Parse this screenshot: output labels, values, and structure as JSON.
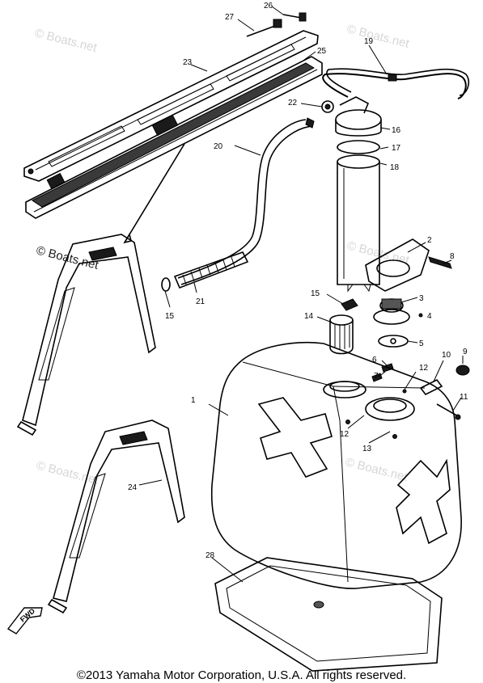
{
  "watermarks": [
    {
      "id": "wm1",
      "text": "© Boats.net"
    },
    {
      "id": "wm2",
      "text": "© Boats.net"
    },
    {
      "id": "wm3",
      "text": "© Boats.net"
    },
    {
      "id": "wm4",
      "text": "© Boats.net"
    },
    {
      "id": "wm5",
      "text": "© Boats.net"
    },
    {
      "id": "wm6",
      "text": "© Boats.net"
    }
  ],
  "callouts": [
    {
      "id": "c1",
      "text": "1"
    },
    {
      "id": "c2",
      "text": "2"
    },
    {
      "id": "c3",
      "text": "3"
    },
    {
      "id": "c4",
      "text": "4"
    },
    {
      "id": "c5",
      "text": "5"
    },
    {
      "id": "c6",
      "text": "6"
    },
    {
      "id": "c7",
      "text": "7"
    },
    {
      "id": "c8",
      "text": "8"
    },
    {
      "id": "c9",
      "text": "9"
    },
    {
      "id": "c10",
      "text": "10"
    },
    {
      "id": "c11",
      "text": "11"
    },
    {
      "id": "c12a",
      "text": "12"
    },
    {
      "id": "c12b",
      "text": "12"
    },
    {
      "id": "c13",
      "text": "13"
    },
    {
      "id": "c14",
      "text": "14"
    },
    {
      "id": "c15a",
      "text": "15"
    },
    {
      "id": "c15b",
      "text": "15"
    },
    {
      "id": "c16",
      "text": "16"
    },
    {
      "id": "c17",
      "text": "17"
    },
    {
      "id": "c18",
      "text": "18"
    },
    {
      "id": "c19",
      "text": "19"
    },
    {
      "id": "c20",
      "text": "20"
    },
    {
      "id": "c21",
      "text": "21"
    },
    {
      "id": "c22",
      "text": "22"
    },
    {
      "id": "c23",
      "text": "23"
    },
    {
      "id": "c24",
      "text": "24"
    },
    {
      "id": "c25",
      "text": "25"
    },
    {
      "id": "c26",
      "text": "26"
    },
    {
      "id": "c27",
      "text": "27"
    },
    {
      "id": "c28",
      "text": "28"
    }
  ],
  "fwd_label": "FWD",
  "copyright": "©2013 Yamaha Motor Corporation, U.S.A. All rights reserved."
}
